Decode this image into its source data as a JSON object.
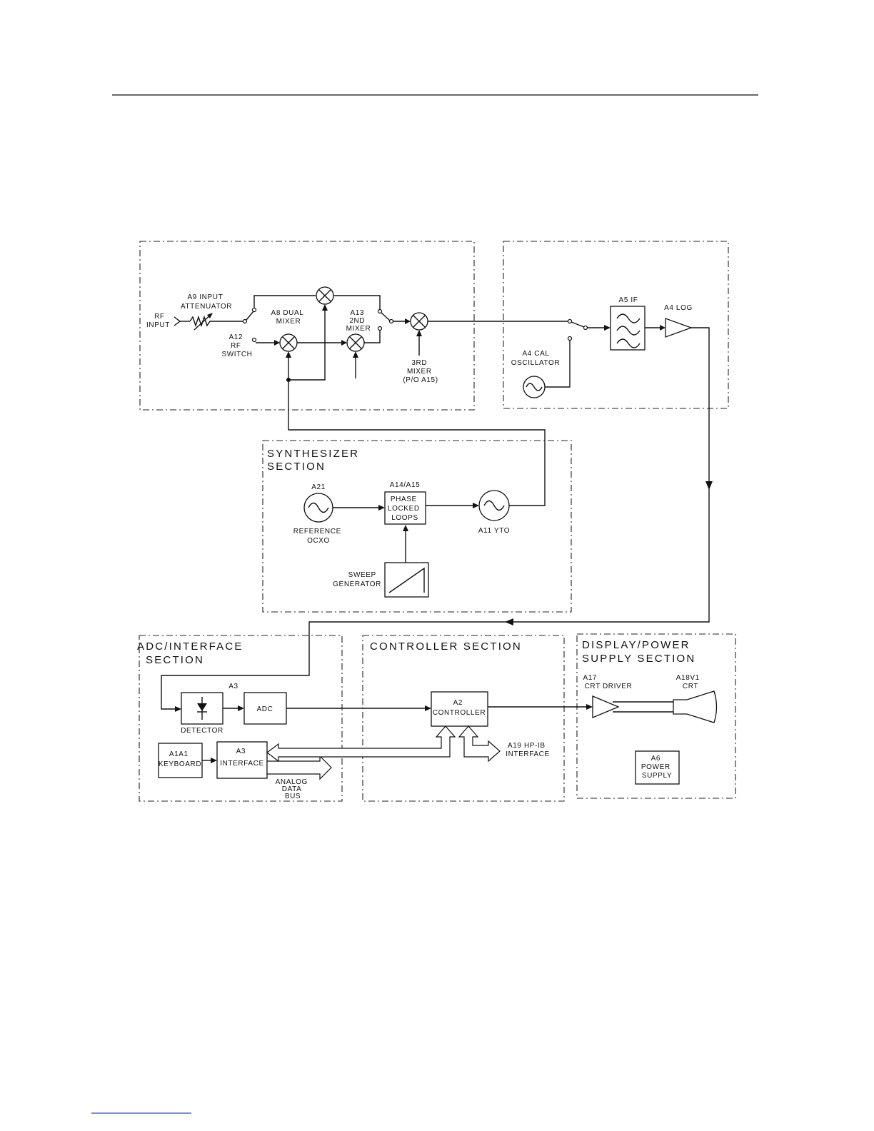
{
  "colors": {
    "ink": "#111111",
    "paper": "#ffffff",
    "footer_rule": "#3344cc"
  },
  "sections": {
    "synthesizer": [
      "SYNTHESIZER",
      "SECTION"
    ],
    "adc_interface": [
      "ADC/INTERFACE",
      "SECTION"
    ],
    "controller": "CONTROLLER SECTION",
    "display_power": [
      "DISPLAY/POWER",
      "SUPPLY SECTION"
    ]
  },
  "rf": {
    "rf_input": [
      "RF",
      "INPUT"
    ],
    "attenuator": [
      "A9 INPUT",
      "ATTENUATOR"
    ],
    "rf_switch": [
      "A12",
      "RF",
      "SWITCH"
    ],
    "dual_mixer": [
      "A8 DUAL",
      "MIXER"
    ],
    "second_mixer": [
      "A13",
      "2ND",
      "MIXER"
    ],
    "third_mixer": [
      "3RD",
      "MIXER",
      "(P/O A15)"
    ]
  },
  "if": {
    "cal_osc": [
      "A4 CAL",
      "OSCILLATOR"
    ],
    "if_filter": "A5 IF",
    "log_amp": "A4 LOG"
  },
  "synth": {
    "reference": [
      "REFERENCE",
      "OCXO"
    ],
    "reference_id": "A21",
    "pll_id": "A14/A15",
    "pll": [
      "PHASE",
      "LOCKED",
      "LOOPS"
    ],
    "yto": "A11 YTO",
    "sweep": [
      "SWEEP",
      "GENERATOR"
    ]
  },
  "adc": {
    "a3_label": "A3",
    "adc_box": "ADC",
    "detector": "DETECTOR",
    "keyboard": [
      "A1A1",
      "KEYBOARD"
    ],
    "interface": [
      "A3",
      "INTERFACE"
    ],
    "analog_bus": [
      "ANALOG",
      "DATA",
      "BUS"
    ]
  },
  "controller": {
    "a2": [
      "A2",
      "CONTROLLER"
    ],
    "hpib": [
      "A19 HP-IB",
      "INTERFACE"
    ]
  },
  "display": {
    "crt_driver": [
      "A17",
      "CRT DRIVER"
    ],
    "crt": [
      "A18V1",
      "CRT"
    ],
    "power": [
      "A6",
      "POWER",
      "SUPPLY"
    ]
  }
}
